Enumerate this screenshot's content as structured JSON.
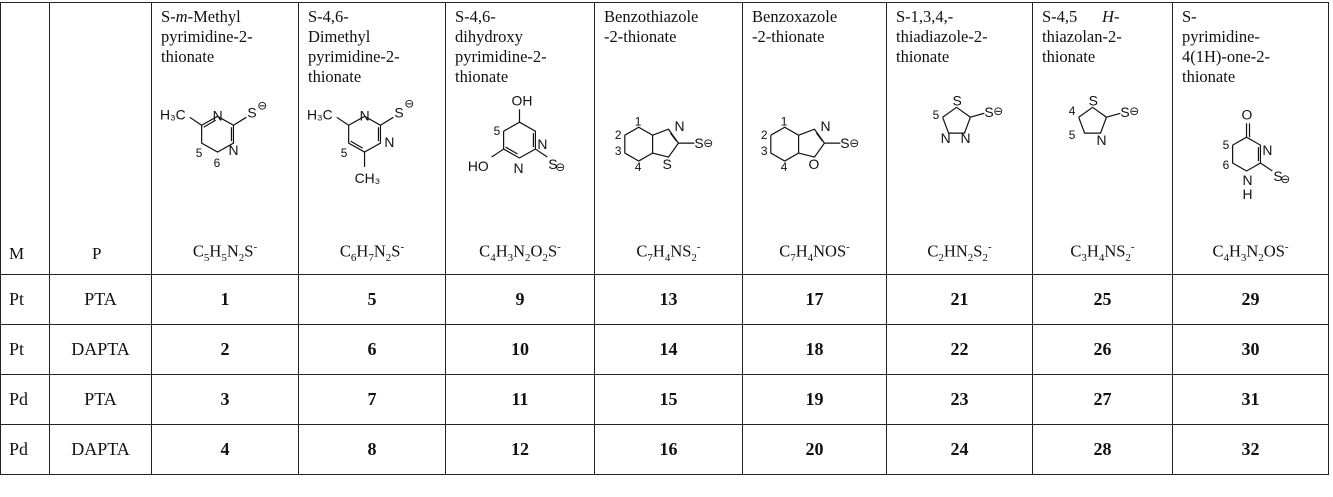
{
  "table": {
    "col_m": "M",
    "col_p": "P",
    "columns": [
      {
        "name_html": "S-<i>m</i>-Methyl\npyrimidine-2-\nthionate",
        "formula_html": "C<sub>5</sub>H<sub>5</sub>N<sub>2</sub>S<sup>-</sup>",
        "icon": "methylpyrimidine-structure"
      },
      {
        "name_html": "S-4,6-\nDimethyl\npyrimidine-2-\nthionate",
        "formula_html": "C<sub>6</sub>H<sub>7</sub>N<sub>2</sub>S<sup>-</sup>",
        "icon": "dimethylpyrimidine-structure"
      },
      {
        "name_html": "S-4,6-\ndihydroxy\npyrimidine-2-\nthionate",
        "formula_html": "C<sub>4</sub>H<sub>3</sub>N<sub>2</sub>O<sub>2</sub>S<sup>-</sup>",
        "icon": "dihydroxypyrimidine-structure"
      },
      {
        "name_html": "Benzothiazole\n-2-thionate",
        "formula_html": "C<sub>7</sub>H<sub>4</sub>NS<sub>2</sub><sup>-</sup>",
        "icon": "benzothiazole-structure"
      },
      {
        "name_html": "Benzoxazole\n-2-thionate",
        "formula_html": "C<sub>7</sub>H<sub>4</sub>NOS<sup>-</sup>",
        "icon": "benzoxazole-structure"
      },
      {
        "name_html": "S-1,3,4,-\nthiadiazole-2-\nthionate",
        "formula_html": "C<sub>2</sub>HN<sub>2</sub>S<sub>2</sub><sup>-</sup>",
        "icon": "thiadiazole-structure"
      },
      {
        "name_html": "S-4,5&nbsp;&nbsp;&nbsp;&nbsp;&nbsp;&nbsp;<i>H</i>-\nthiazolan-2-\nthionate",
        "formula_html": "C<sub>3</sub>H<sub>4</sub>NS<sub>2</sub><sup>-</sup>",
        "icon": "thiazolan-structure"
      },
      {
        "name_html": "S-\npyrimidine-\n4(1H)-one-2-\nthionate",
        "formula_html": "C<sub>4</sub>H<sub>3</sub>N<sub>2</sub>OS<sup>-</sup>",
        "icon": "pyrimidinone-structure"
      }
    ],
    "rows": [
      {
        "m": "Pt",
        "p": "PTA",
        "values": [
          "1",
          "5",
          "9",
          "13",
          "17",
          "21",
          "25",
          "29"
        ]
      },
      {
        "m": "Pt",
        "p": "DAPTA",
        "values": [
          "2",
          "6",
          "10",
          "14",
          "18",
          "22",
          "26",
          "30"
        ]
      },
      {
        "m": "Pd",
        "p": "PTA",
        "values": [
          "3",
          "7",
          "11",
          "15",
          "19",
          "23",
          "27",
          "31"
        ]
      },
      {
        "m": "Pd",
        "p": "DAPTA",
        "values": [
          "4",
          "8",
          "12",
          "16",
          "20",
          "24",
          "28",
          "32"
        ]
      }
    ],
    "structure_labels": {
      "h3c": "H₃C",
      "ch3": "CH₃",
      "n": "N",
      "s": "S",
      "o": "O",
      "oh": "OH",
      "ho": "HO",
      "nh": "H",
      "minus": "⊖",
      "n1": "1",
      "n2": "2",
      "n3": "3",
      "n4": "4",
      "n5": "5",
      "n6": "6"
    }
  }
}
